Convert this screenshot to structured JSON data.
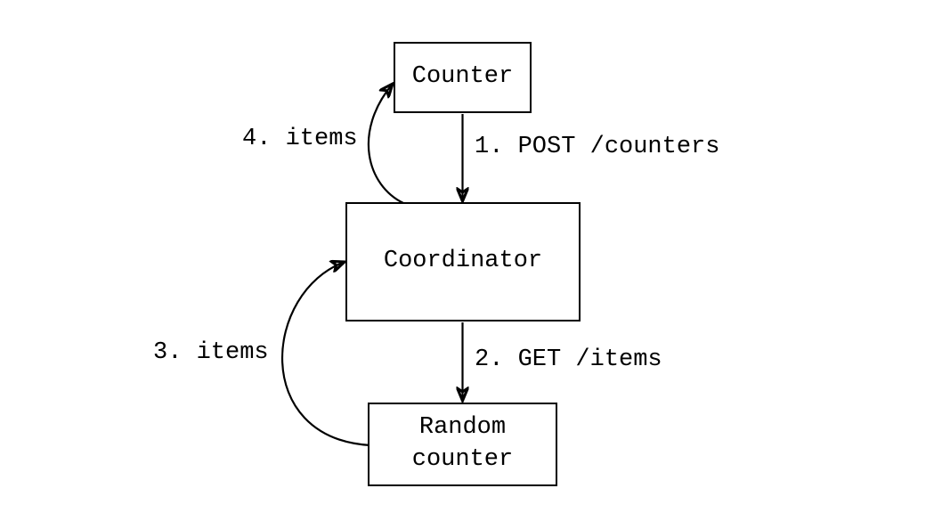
{
  "diagram": {
    "background_color": "#ffffff",
    "stroke_color": "#000000",
    "nodes": [
      {
        "id": "counter",
        "label": "Counter"
      },
      {
        "id": "coordinator",
        "label": "Coordinator"
      },
      {
        "id": "random-counter",
        "label": "Random\ncounter"
      }
    ],
    "edges": [
      {
        "from": "counter",
        "to": "coordinator",
        "style": "straight",
        "label": "1. POST /counters"
      },
      {
        "from": "coordinator",
        "to": "random-counter",
        "style": "straight",
        "label": "2. GET /items"
      },
      {
        "from": "random-counter",
        "to": "coordinator",
        "style": "curved",
        "label": "3. items"
      },
      {
        "from": "coordinator",
        "to": "counter",
        "style": "curved",
        "label": "4. items"
      }
    ]
  }
}
